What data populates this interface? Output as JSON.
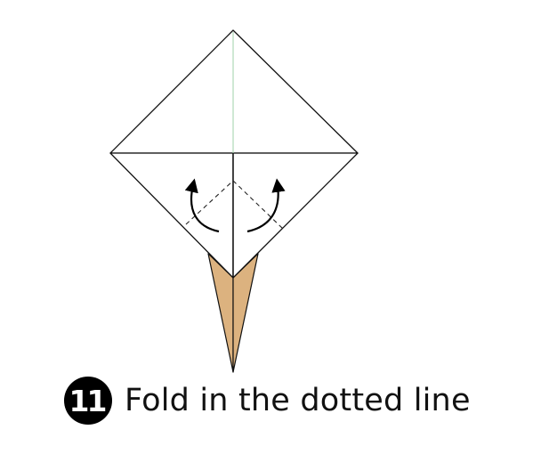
{
  "step": {
    "number": "11",
    "instruction": "Fold in the dotted line"
  },
  "colors": {
    "paper_front": "#ffffff",
    "paper_back": "#dcb27f",
    "outline": "#111111",
    "center_crease": "#9fd0a9",
    "fold_line": "#222222",
    "arrow": "#000000"
  },
  "icons": {
    "left_arrow": "curved-fold-arrow-left",
    "right_arrow": "curved-fold-arrow-right"
  }
}
